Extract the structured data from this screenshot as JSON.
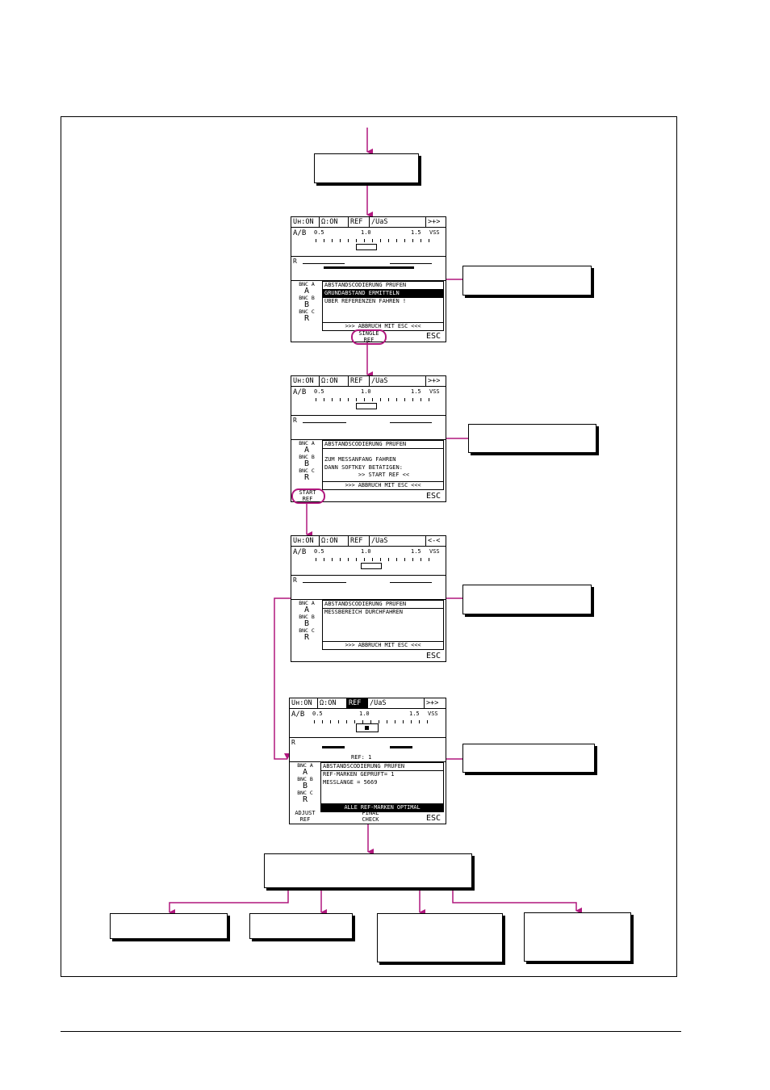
{
  "colors": {
    "accent": "#b0177d",
    "line": "#000000"
  },
  "screens": [
    {
      "tabs": [
        "Uн:ON",
        "Ω:ON",
        "REF",
        "/UaS",
        ">+>"
      ],
      "highlight_tab": -1,
      "ab_label": "A/B",
      "r_label": "R",
      "scale": [
        "0.5",
        "1.0",
        "1.5",
        "VSS"
      ],
      "bnc": [
        "BNC A",
        "A",
        "BNC B",
        "B",
        "BNC C",
        "R"
      ],
      "msg_header": "ABSTANDSCODIERUNG PRÜFEN",
      "msg_lines": [
        "GRUNDABSTAND ERMITTELN",
        "ÜBER REFERENZEN FAHREN !"
      ],
      "msg_footer": ">>> ABBRUCH MIT ESC <<<",
      "softkey": [
        "SINGLE",
        "REF"
      ],
      "esc": "ESC"
    },
    {
      "tabs": [
        "Uн:ON",
        "Ω:ON",
        "REF",
        "/UaS",
        ">+>"
      ],
      "highlight_tab": -1,
      "ab_label": "A/B",
      "r_label": "R",
      "scale": [
        "0.5",
        "1.0",
        "1.5",
        "VSS"
      ],
      "bnc": [
        "BNC A",
        "A",
        "BNC B",
        "B",
        "BNC C",
        "R"
      ],
      "msg_header": "ABSTANDSCODIERUNG PRÜFEN",
      "msg_lines": [
        "",
        "ZUM MESSANFANG FAHREN",
        "DANN SOFTKEY BETÄTIGEN:",
        ">> START REF <<"
      ],
      "msg_footer": ">>> ABBRUCH MIT ESC <<<",
      "softkey": [
        "START",
        "REF"
      ],
      "esc": "ESC"
    },
    {
      "tabs": [
        "Uн:ON",
        "Ω:ON",
        "REF",
        "/UaS",
        "<-<"
      ],
      "highlight_tab": -1,
      "ab_label": "A/B",
      "r_label": "R",
      "scale": [
        "0.5",
        "1.0",
        "1.5",
        "VSS"
      ],
      "bnc": [
        "BNC A",
        "A",
        "BNC B",
        "B",
        "BNC C",
        "R"
      ],
      "msg_header": "ABSTANDSCODIERUNG PRÜFEN",
      "msg_lines": [
        "MESSBEREICH DURCHFAHREN"
      ],
      "msg_footer": ">>> ABBRUCH MIT ESC <<<",
      "softkey": [
        "",
        ""
      ],
      "esc": "ESC"
    },
    {
      "tabs": [
        "Uн:ON",
        "Ω:ON",
        "REF",
        "/UaS",
        ">+>"
      ],
      "highlight_tab": 2,
      "ab_label": "A/B",
      "r_label": "R",
      "scale": [
        "0.5",
        "1.0",
        "1.5",
        "VSS"
      ],
      "bnc": [
        "BNC A",
        "A",
        "BNC B",
        "B",
        "BNC C",
        "R"
      ],
      "ref_count": "REF:  1",
      "msg_header": "ABSTANDSCODIERUNG PRÜFEN",
      "msg_lines": [
        "REF-MARKEN GEPRÜFT=     1",
        "MESSLÄNGE  =       5669"
      ],
      "msg_footer": "ALLE REF-MARKEN OPTIMAL",
      "softkey_left": [
        "ADJUST",
        "REF"
      ],
      "softkey": [
        "FINAL",
        "CHECK"
      ],
      "esc": "ESC"
    }
  ]
}
